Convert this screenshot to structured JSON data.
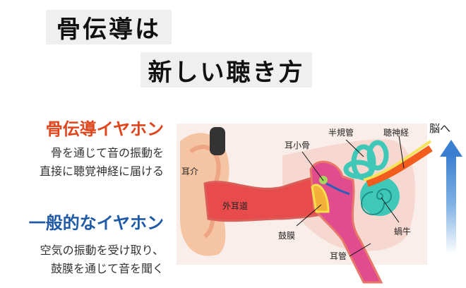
{
  "title": {
    "line1": "骨伝導は",
    "line2": "新しい聴き方"
  },
  "bone_conduction": {
    "heading": "骨伝導イヤホン",
    "desc_lines": [
      "骨を通じて音の振動を",
      "直接に聴覚神経に届ける"
    ],
    "color": "#e0461e"
  },
  "regular": {
    "heading": "一般的なイヤホン",
    "desc_lines": [
      "空気の振動を受け取り、",
      "鼓膜を通じて音を聞く"
    ],
    "color": "#1f5aa8"
  },
  "diagram": {
    "labels": {
      "auricle": "耳介",
      "ear_canal": "外耳道",
      "ossicles": "耳小骨",
      "semicircular_canals": "半規管",
      "auditory_nerve": "聴神経",
      "eardrum": "鼓膜",
      "cochlea": "蝸牛",
      "eustachian_tube": "耳管",
      "to_brain": "脳へ"
    }
  }
}
